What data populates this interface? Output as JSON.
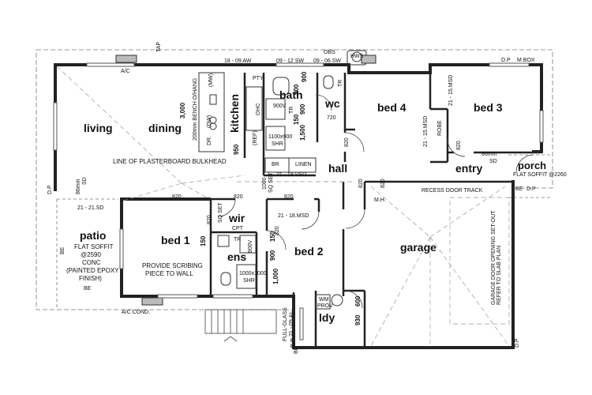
{
  "rooms": {
    "living": "living",
    "dining": "dining",
    "kitchen": "kitchen",
    "bath": "bath",
    "wc": "wc",
    "bed4": "bed 4",
    "bed3": "bed 3",
    "entry": "entry",
    "porch": "porch",
    "hall": "hall",
    "patio": "patio",
    "bed1": "bed 1",
    "wir": "wir",
    "ens": "ens",
    "bed2": "bed 2",
    "garage": "garage",
    "ldy": "ldy"
  },
  "notes": {
    "tap": "TAP",
    "ac": "A/C",
    "ac_cond": "A/C COND.",
    "obs": "OBS",
    "hws": "HWS",
    "win_18_09_aw": "18 - 09 AW",
    "win_09_12_sw": "09 - 12 SW",
    "win_09_06_sw": "09 - 06.SW",
    "dp": "D.P",
    "mbox": "M BOX",
    "bench_ohang": "200mm BENCH O/HANG",
    "bench_dim": "3,000",
    "mw": "(MW)",
    "dw": "(DW)",
    "dr": "DR",
    "ref": "(REF)",
    "pty": "PTY",
    "ohc": "OHC",
    "bulkhead": "LINE OF PLASTERBOARD BULKHEAD",
    "sd_86": "86mm",
    "sd": "SD",
    "win_21_18_vsd": "21 - 18.VSD",
    "sq_set": "SQ SET",
    "sq_set_1000": "1000",
    "br": "BR",
    "linen": "LINEN",
    "shr_1100": "1100x900",
    "shr": "SHR",
    "tr": "TR",
    "d900v": "900V",
    "d720": "720",
    "d820": "820",
    "d950": "950",
    "d900": "900",
    "d150": "150",
    "d1500": "1,500",
    "d1000": "1,000",
    "d600": "600",
    "d930": "930",
    "win_21_15_msd": "21 - 15.MSD",
    "robe": "ROBE",
    "porch_soffit": "FLAT SOFFIT @2260",
    "be": "BE",
    "dp_lower": "D.P",
    "recess_track": "RECESS DOOR TRACK",
    "mh": "M.H.",
    "garage_door": "GARAGE DOOR OPENING SET-OUT REFER TO SLAB PLAN",
    "win_21_21_sd": "21 - 21.SD",
    "patio_soffit": "FLAT SOFFIT",
    "patio_soffit_h": "@2590",
    "conc": "CONC",
    "epoxy": "(PAINTED EPOXY",
    "finish": "FINISH)",
    "scribing1": "PROVIDE SCRIBING",
    "scribing2": "PIECE TO WALL",
    "cpt": "CPT",
    "shr_1000": "1000x1000",
    "win_21_18_msd": "21 - 18.MSD",
    "full_glass": "FULL-GLASS",
    "win_21_09_al": "21 - 09.AL",
    "wm": "WM",
    "prov": "PROV"
  }
}
